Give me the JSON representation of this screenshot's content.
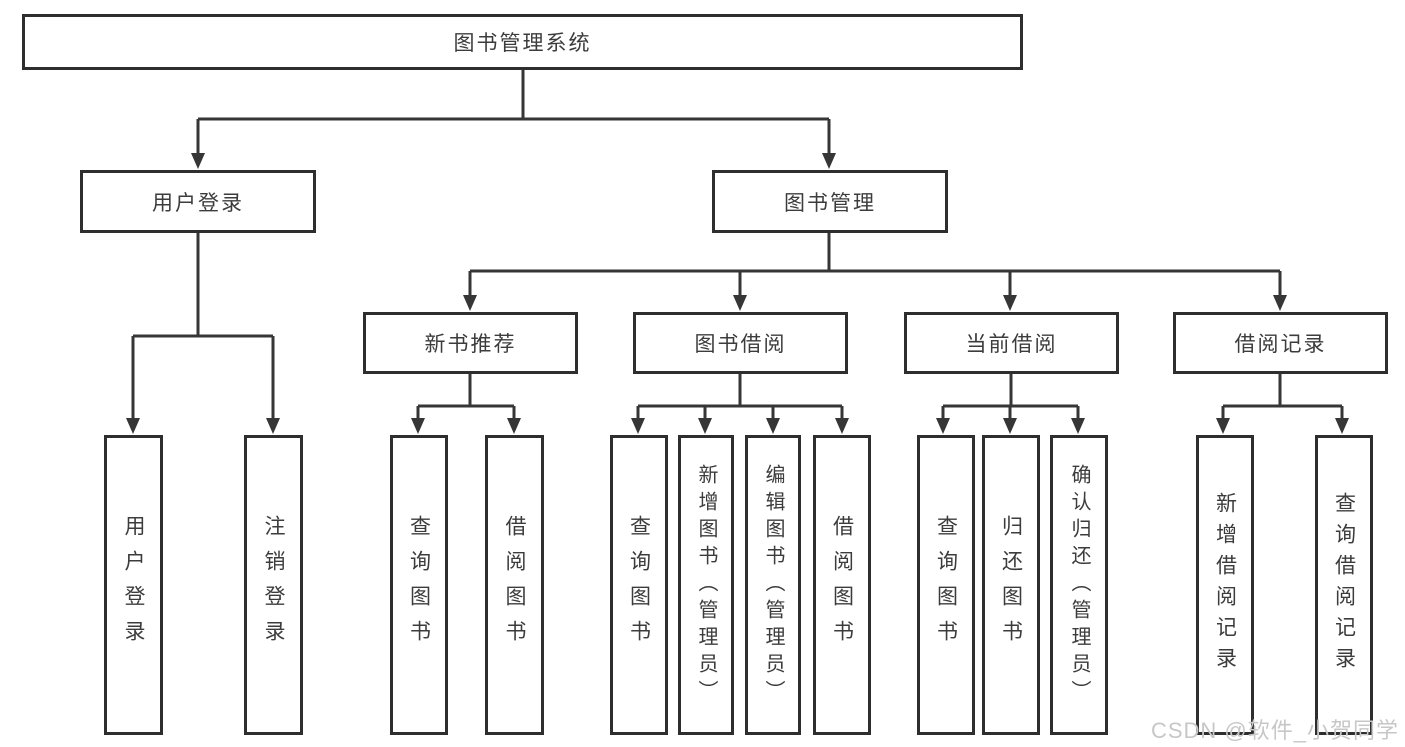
{
  "diagram_title": "图书管理系统",
  "nodes": {
    "root": "图书管理系统",
    "user_login": "用户登录",
    "book_mgmt": "图书管理",
    "new_book_rec": "新书推荐",
    "book_borrow": "图书借阅",
    "current_borrow": "当前借阅",
    "borrow_records": "借阅记录",
    "ul_login": "用户登录",
    "ul_logout": "注销登录",
    "nb_query": "查询图书",
    "nb_borrow": "借阅图书",
    "bb_query": "查询图书",
    "bb_add": "新增图书（管理员）",
    "bb_edit": "编辑图书（管理员）",
    "bb_borrow": "借阅图书",
    "cb_query": "查询图书",
    "cb_return": "归还图书",
    "cb_confirm": "确认归还（管理员）",
    "br_add": "新增借阅记录",
    "br_query": "查询借阅记录"
  },
  "hierarchy": [
    {
      "parent": "图书管理系统",
      "children": [
        "用户登录",
        "图书管理"
      ]
    },
    {
      "parent": "用户登录",
      "children": [
        "用户登录",
        "注销登录"
      ]
    },
    {
      "parent": "图书管理",
      "children": [
        "新书推荐",
        "图书借阅",
        "当前借阅",
        "借阅记录"
      ]
    },
    {
      "parent": "新书推荐",
      "children": [
        "查询图书",
        "借阅图书"
      ]
    },
    {
      "parent": "图书借阅",
      "children": [
        "查询图书",
        "新增图书（管理员）",
        "编辑图书（管理员）",
        "借阅图书"
      ]
    },
    {
      "parent": "当前借阅",
      "children": [
        "查询图书",
        "归还图书",
        "确认归还（管理员）"
      ]
    },
    {
      "parent": "借阅记录",
      "children": [
        "新增借阅记录",
        "查询借阅记录"
      ]
    }
  ],
  "watermark": "CSDN @软件_小贺同学",
  "colors": {
    "line": "#363636",
    "border": "#2e2e2e",
    "text": "#3c3c3c",
    "watermark": "#c7c7c7",
    "bg": "#ffffff"
  }
}
